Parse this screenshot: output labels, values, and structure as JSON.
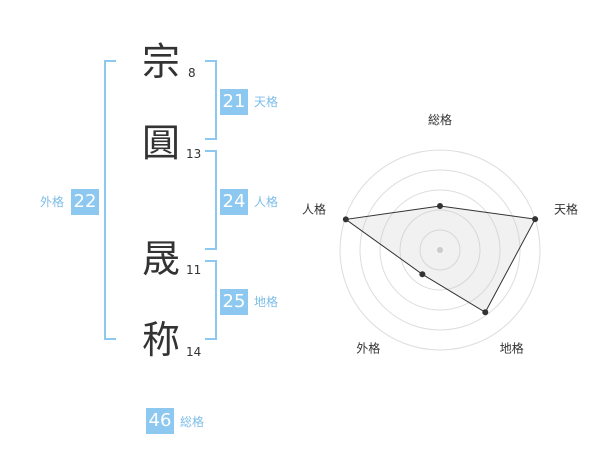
{
  "name": {
    "chars": [
      {
        "char": "宗",
        "strokes": "8"
      },
      {
        "char": "圓",
        "strokes": "13"
      },
      {
        "char": "晟",
        "strokes": "11"
      },
      {
        "char": "称",
        "strokes": "14"
      }
    ]
  },
  "kaku": {
    "tenkaku": {
      "label": "天格",
      "value": "21"
    },
    "jinkaku": {
      "label": "人格",
      "value": "24"
    },
    "chikaku": {
      "label": "地格",
      "value": "25"
    },
    "gaikaku": {
      "label": "外格",
      "value": "22"
    },
    "soukaku": {
      "label": "総格",
      "value": "46"
    }
  },
  "colors": {
    "badge": "#8cc8f0",
    "badge_text": "#ffffff",
    "label": "#7cbde8",
    "ink": "#333333"
  },
  "chart_data": {
    "type": "radar",
    "axes": [
      "総格",
      "天格",
      "地格",
      "外格",
      "人格"
    ],
    "values": [
      0.44,
      1.0,
      0.77,
      0.3,
      0.99
    ],
    "range": [
      0,
      1
    ],
    "rings": 5,
    "grid": true
  }
}
